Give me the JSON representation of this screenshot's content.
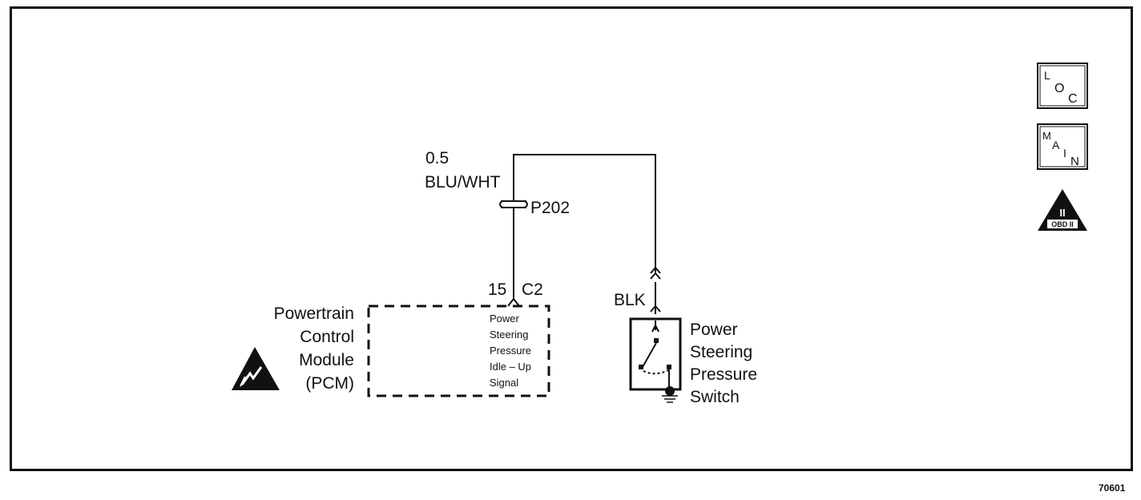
{
  "wire": {
    "gauge": "0.5",
    "color": "BLU/WHT",
    "connector": "P202"
  },
  "pcm": {
    "pin": "15",
    "connector": "C2",
    "name_lines": [
      "Powertrain",
      "Control",
      "Module",
      "(PCM)"
    ],
    "circuit_lines": [
      "Power",
      "Steering",
      "Pressure",
      "Idle – Up",
      "Signal"
    ]
  },
  "switch": {
    "wire_color": "BLK",
    "name_lines": [
      "Power",
      "Steering",
      "Pressure",
      "Switch"
    ]
  },
  "symbols": {
    "loc": {
      "l": "L",
      "o": "O",
      "c": "C"
    },
    "main": {
      "m": "M",
      "a": "A",
      "i": "I",
      "n": "N"
    },
    "obd": {
      "roman": "II",
      "label": "OBD II"
    },
    "esd_icon": "electrostatic-discharge-icon"
  },
  "figure_number": "70601"
}
